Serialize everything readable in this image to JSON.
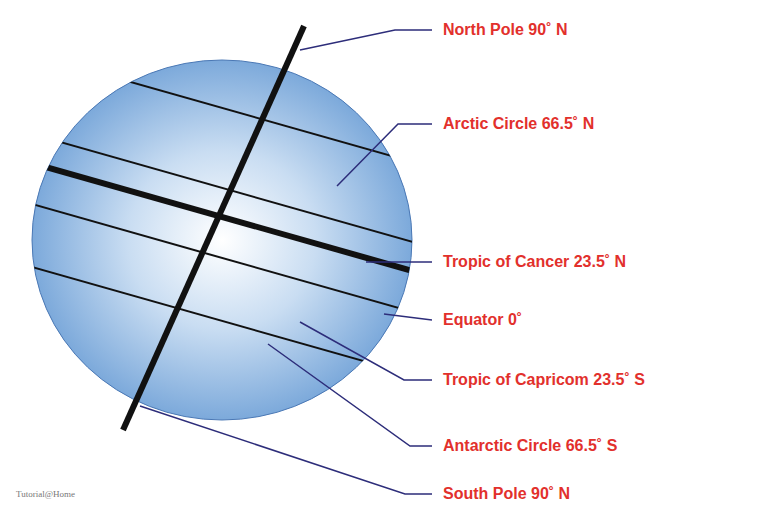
{
  "diagram": {
    "labels": [
      "North Pole 90˚ N",
      "Arctic Circle 66.5˚ N",
      "Tropic of Cancer 23.5˚ N",
      "Equator 0˚",
      "Tropic of Capricom 23.5˚ S",
      "Antarctic Circle 66.5˚ S",
      "South Pole 90˚ N",
      "Tutorial@Home"
    ]
  }
}
